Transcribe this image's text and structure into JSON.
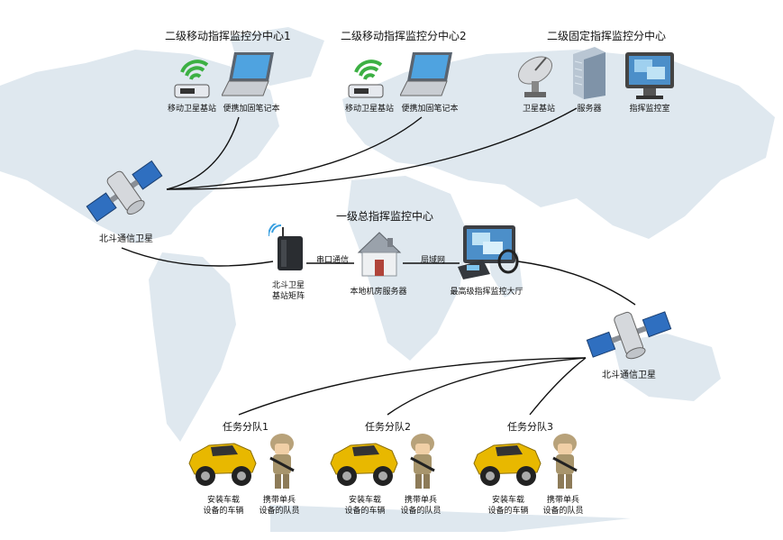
{
  "headings": {
    "sub_center_1": "二级移动指挥监控分中心1",
    "sub_center_2": "二级移动指挥监控分中心2",
    "fixed_center": "二级固定指挥监控分中心",
    "main_center": "一级总指挥监控中心"
  },
  "sub_center_1": {
    "station": "移动卫星基站",
    "laptop": "便携加固笔记本"
  },
  "sub_center_2": {
    "station": "移动卫星基站",
    "laptop": "便携加固笔记本"
  },
  "fixed_center": {
    "dish": "卫星基站",
    "server": "服务器",
    "monitor_room": "指挥监控室"
  },
  "satellites": {
    "left": "北斗通信卫星",
    "right": "北斗通信卫星"
  },
  "main_center": {
    "base_matrix_line1": "北斗卫星",
    "base_matrix_line2": "基站矩阵",
    "serial_link": "串口通信",
    "local_server": "本地机房服务器",
    "lan_link": "局域网",
    "hall": "最高级指挥监控大厅"
  },
  "teams": [
    {
      "title": "任务分队1",
      "vehicle_line1": "安装车载",
      "vehicle_line2": "设备的车辆",
      "soldier_line1": "携带单兵",
      "soldier_line2": "设备的队员"
    },
    {
      "title": "任务分队2",
      "vehicle_line1": "安装车载",
      "vehicle_line2": "设备的车辆",
      "soldier_line1": "携带单兵",
      "soldier_line2": "设备的队员"
    },
    {
      "title": "任务分队3",
      "vehicle_line1": "安装车载",
      "vehicle_line2": "设备的车辆",
      "soldier_line1": "携带单兵",
      "soldier_line2": "设备的队员"
    }
  ],
  "colors": {
    "map": "#dfe8ef",
    "line": "#111111",
    "vehicle": "#e8b800",
    "satellite_panel": "#2f6fc0"
  },
  "icons": {
    "station": "satellite-modem-icon",
    "laptop": "laptop-icon",
    "dish": "satellite-dish-icon",
    "server": "server-tower-icon",
    "monitor_room": "monitor-icon",
    "satellite": "satellite-icon",
    "matrix": "base-station-router-icon",
    "house": "house-server-icon",
    "hall": "phone-monitor-icon",
    "vehicle": "jeep-icon",
    "soldier": "soldier-icon"
  }
}
